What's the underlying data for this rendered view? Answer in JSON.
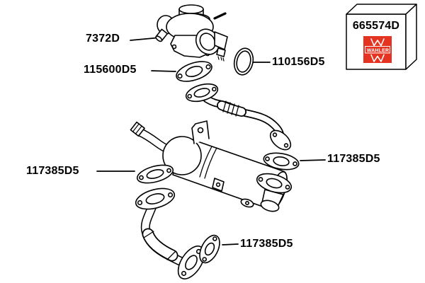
{
  "labels": {
    "valve": "7372D",
    "valve_gasket": "115600D5",
    "oring": "110156D5",
    "cooler_gasket_left": "117385D5",
    "cooler_gasket_right": "117385D5",
    "downpipe_gasket": "117385D5"
  },
  "package": {
    "part_number": "665574D",
    "brand": "WAHLER",
    "logo_color": "#e53322"
  },
  "colors": {
    "line": "#000000",
    "background": "#ffffff",
    "label_text": "#000000"
  }
}
